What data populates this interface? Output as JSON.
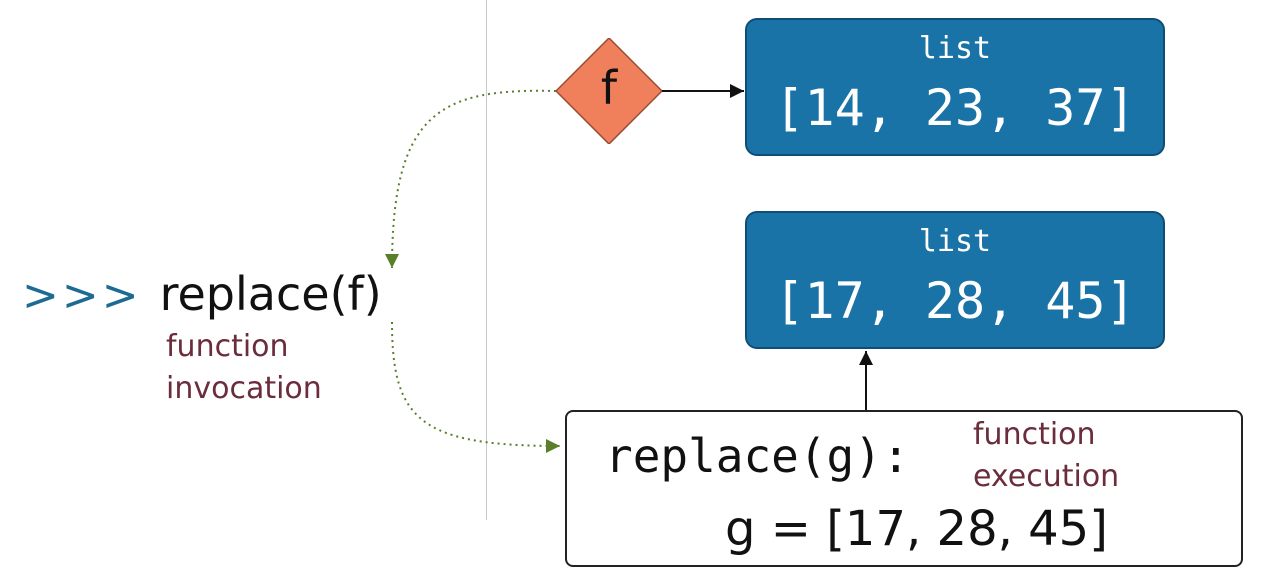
{
  "prompt": {
    "symbol": ">>>",
    "call": "replace(f)"
  },
  "annotations": {
    "invocation_line1": "function",
    "invocation_line2": "invocation",
    "execution_line1": "function",
    "execution_line2": "execution"
  },
  "global_variable": {
    "name": "f"
  },
  "objects": [
    {
      "type": "list",
      "values": "[14, 23, 37]"
    },
    {
      "type": "list",
      "values": "[17, 28, 45]"
    }
  ],
  "frame": {
    "header": "replace(g):",
    "assignment": "g = [17, 28, 45]"
  },
  "colors": {
    "prompt": "#1d6b93",
    "list_box": "#1a73a7",
    "diamond": "#f07f5c",
    "annotation": "#6b2d3c",
    "flow_arrow": "#5a7f2a"
  }
}
